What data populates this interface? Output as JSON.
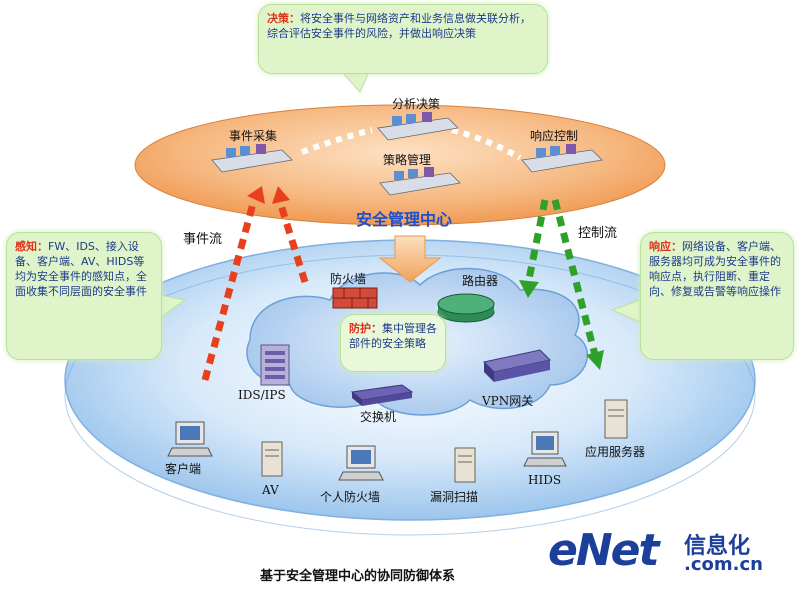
{
  "callouts": {
    "decision": {
      "title": "决策：",
      "body": "将安全事件与网络资产和业务信息做关联分析，综合评估安全事件的风险，并做出响应决策"
    },
    "sense": {
      "title": "感知：",
      "body": "FW、IDS、接入设备、客户端、AV、HIDS等均为安全事件的感知点，全面收集不同层面的安全事件"
    },
    "respond": {
      "title": "响应：",
      "body": "网络设备、客户端、服务器均可成为安全事件的响应点，执行阻断、重定向、修复或告警等响应操作"
    },
    "protect": {
      "title": "防护：",
      "body": "集中管理各部件的安全策略"
    }
  },
  "center": {
    "title": "安全管理中心",
    "nodes": {
      "collect": "事件采集",
      "analyze": "分析决策",
      "policy": "策略管理",
      "control": "响应控制"
    }
  },
  "flows": {
    "event_flow": "事件流",
    "control_flow": "控制流"
  },
  "network": {
    "firewall": "防火墙",
    "router": "路由器",
    "ids": "IDS/IPS",
    "switch": "交换机",
    "vpn": "VPN网关"
  },
  "endpoints": {
    "client": "客户端",
    "av": "AV",
    "pfw": "个人防火墙",
    "scanner": "漏洞扫描",
    "hids": "HIDS",
    "appserver": "应用服务器"
  },
  "caption": "基于安全管理中心的协同防御体系",
  "logo": {
    "brand": "eNet",
    "cn": "信息化",
    "domain": ".com.cn"
  },
  "colors": {
    "orange_disk": "#f2a15b",
    "blue_disk": "#a9cdf0",
    "red_arrow": "#e8401d",
    "green_arrow": "#2fa12b",
    "callout_bg": "#dff5c9"
  }
}
